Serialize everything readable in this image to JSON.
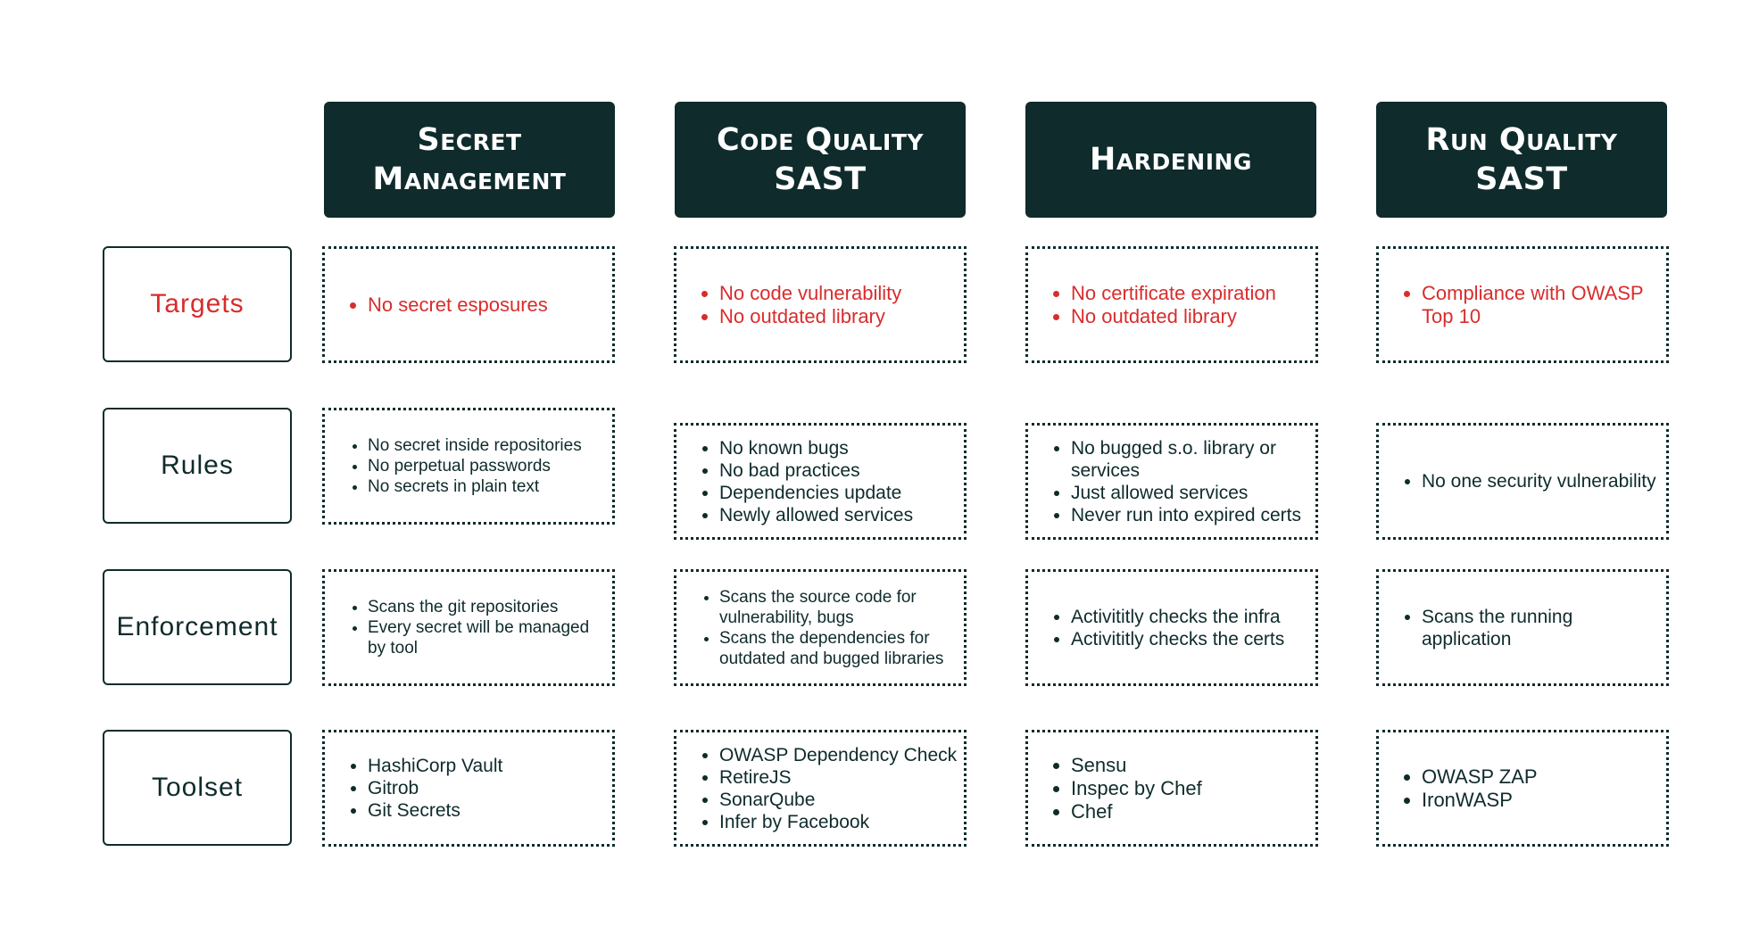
{
  "columns": [
    "Secret\nManagement",
    "Code Quality\nSAST",
    "Hardening",
    "Run Quality\nSAST"
  ],
  "rows": [
    "Targets",
    "Rules",
    "Enforcement",
    "Toolset"
  ],
  "cells": {
    "targets": [
      [
        "No secret esposures"
      ],
      [
        "No code vulnerability",
        "No outdated library"
      ],
      [
        "No certificate expiration",
        "No outdated library"
      ],
      [
        "Compliance with OWASP Top 10"
      ]
    ],
    "rules": [
      [
        "No secret inside repositories",
        "No perpetual passwords",
        "No secrets in plain text"
      ],
      [
        "No known bugs",
        "No bad practices",
        "Dependencies update",
        "Newly allowed services"
      ],
      [
        "No bugged s.o. library or services",
        "Just allowed services",
        "Never run into expired certs"
      ],
      [
        "No one security vulnerability"
      ]
    ],
    "enforcement": [
      [
        "Scans the git repositories",
        "Every secret will be managed by tool"
      ],
      [
        "Scans the source code for vulnerability, bugs",
        "Scans the dependencies for outdated and bugged libraries"
      ],
      [
        "Activititly checks the infra",
        "Activititly checks the certs"
      ],
      [
        "Scans the running application"
      ]
    ],
    "toolset": [
      [
        "HashiCorp Vault",
        "Gitrob",
        "Git Secrets"
      ],
      [
        "OWASP Dependency Check",
        "RetireJS",
        "SonarQube",
        "Infer by Facebook"
      ],
      [
        "Sensu",
        "Inspec by Chef",
        "Chef"
      ],
      [
        "OWASP ZAP",
        "IronWASP"
      ]
    ]
  },
  "colors": {
    "dark": "#0f2b2c",
    "accent_red": "#d92c2c"
  }
}
